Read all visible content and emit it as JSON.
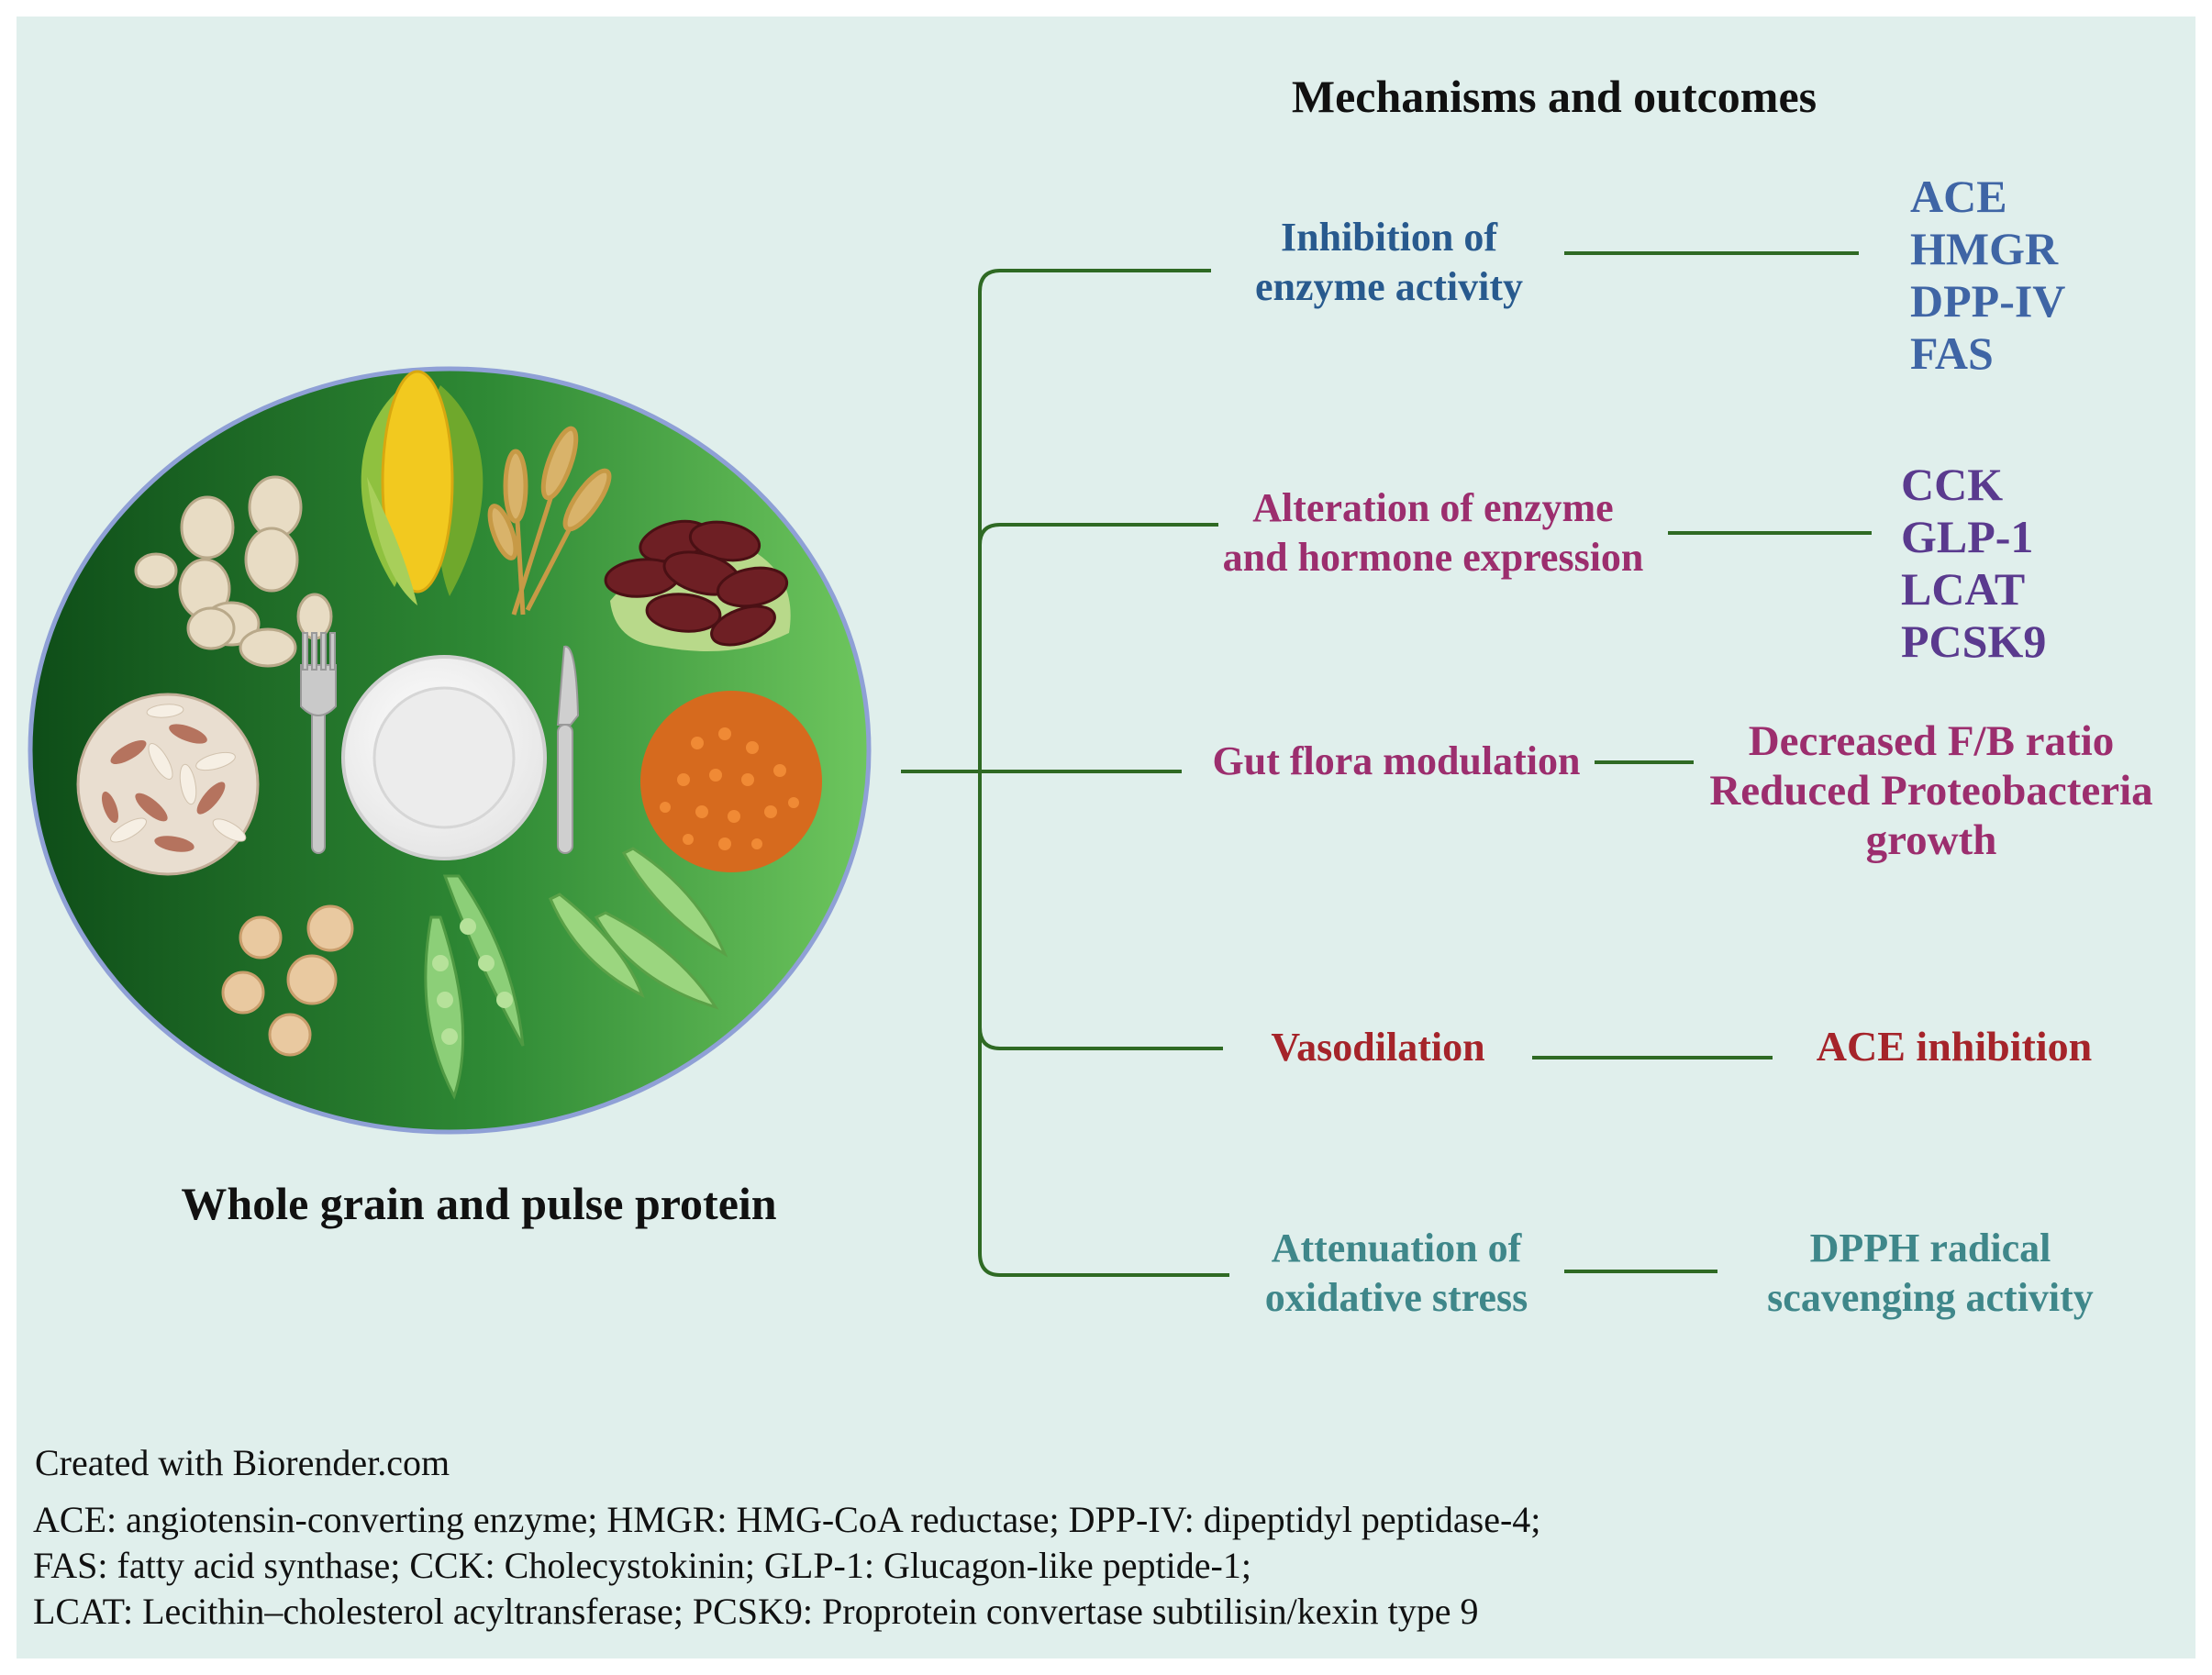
{
  "diagram": {
    "left_label": "Whole grain and pulse protein",
    "right_title": "Mechanisms and outcomes",
    "mechanisms": [
      {
        "label_lines": [
          "Inhibition of",
          "enzyme activity"
        ],
        "outcome_lines": [
          "ACE",
          "HMGR",
          "DPP-IV",
          "FAS"
        ],
        "color": "#285a8e"
      },
      {
        "label_lines": [
          "Alteration of enzyme",
          "and hormone expression"
        ],
        "outcome_lines": [
          "CCK",
          "GLP-1",
          "LCAT",
          "PCSK9"
        ],
        "color": "#9c2e6e"
      },
      {
        "label_lines": [
          "Gut flora modulation"
        ],
        "outcome_lines": [
          "Decreased F/B ratio",
          "Reduced Proteobacteria",
          "growth"
        ],
        "color": "#9c2e6e"
      },
      {
        "label_lines": [
          "Vasodilation"
        ],
        "outcome_lines": [
          "ACE inhibition"
        ],
        "color": "#a5242a"
      },
      {
        "label_lines": [
          "Attenuation of",
          "oxidative stress"
        ],
        "outcome_lines": [
          "DPPH radical",
          "scavenging activity"
        ],
        "color": "#3f878a"
      }
    ],
    "colors": {
      "background": "#e0efec",
      "connector": "#2f6a24",
      "plate_dark": "#0e4d18",
      "plate_light": "#6ec65e",
      "plate_rim": "#8fa0d6"
    }
  },
  "food_icons": [
    "oats-icon",
    "corn-icon",
    "wheat-icon",
    "kidney-beans-icon",
    "rice-icon",
    "plate-icon",
    "fork-icon",
    "knife-icon",
    "lentils-icon",
    "chickpeas-icon",
    "pea-pods-icon",
    "green-beans-icon"
  ],
  "footer": {
    "credit": "Created with Biorender.com",
    "abbrev_lines": [
      "ACE: angiotensin-converting enzyme; HMGR: HMG-CoA reductase; DPP-IV: dipeptidyl peptidase-4;",
      "FAS: fatty acid synthase; CCK: Cholecystokinin; GLP-1: Glucagon-like peptide-1;",
      "LCAT: Lecithin–cholesterol acyltransferase; PCSK9: Proprotein convertase subtilisin/kexin type 9"
    ]
  }
}
